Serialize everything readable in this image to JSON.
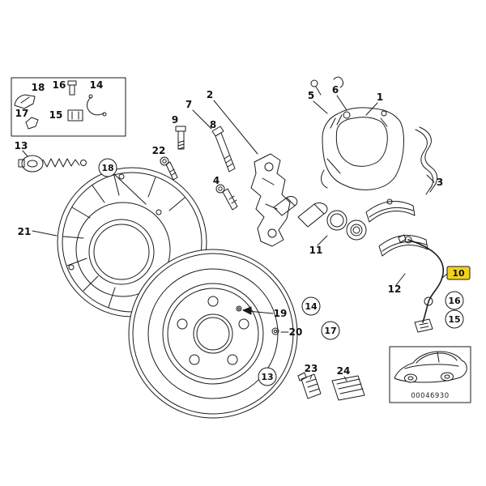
{
  "diagram": {
    "type": "exploded-parts-diagram",
    "subject": "rear disc brake assembly",
    "image_code": "00046930",
    "highlight_color": "#f2d21c",
    "highlighted_callout": "10",
    "callouts": {
      "box18": "18",
      "box16": "16",
      "box14": "14",
      "box17": "17",
      "box15": "15",
      "top13": "13",
      "n21": "21",
      "c18": "18",
      "n22": "22",
      "n9": "9",
      "n7": "7",
      "n2": "2",
      "n8": "8",
      "n4": "4",
      "n5": "5",
      "n6": "6",
      "n1": "1",
      "n3": "3",
      "n11": "11",
      "n12": "12",
      "n10": "10",
      "c16": "16",
      "c15": "15",
      "c14": "14",
      "c17": "17",
      "n19": "19",
      "n20": "20",
      "c13": "13",
      "n23": "23",
      "n24": "24"
    }
  }
}
